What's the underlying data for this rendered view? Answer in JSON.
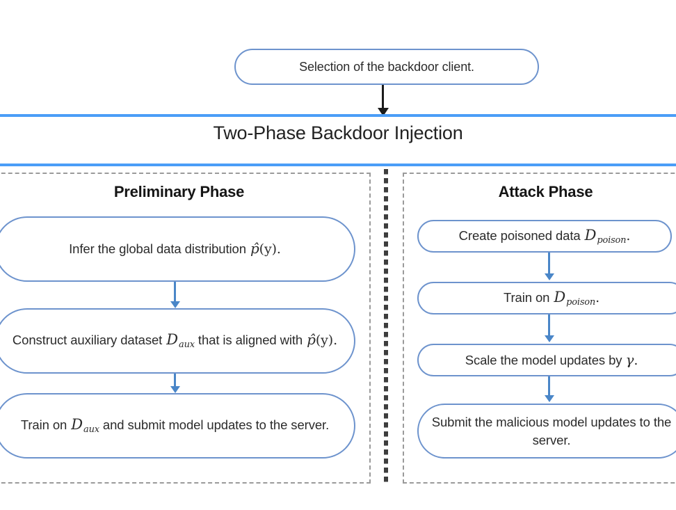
{
  "banner": {
    "title": "Two-Phase Backdoor Injection"
  },
  "top_node": {
    "label": "Selection of the backdoor client."
  },
  "colors": {
    "node_border": "#6d93cd",
    "banner_rule": "#4a9df7",
    "arrow_blue": "#4a86c8",
    "arrow_black": "#1b1b1b",
    "panel_dash": "#9a9a9a",
    "divider_dot": "#3d3d3d",
    "text": "#2b2b2b",
    "background": "#ffffff"
  },
  "left_phase": {
    "title": "Preliminary Phase",
    "steps": [
      {
        "id": "infer-distribution",
        "parts": [
          {
            "kind": "text",
            "value": "Infer the global data distribution "
          },
          {
            "kind": "phat",
            "value": "p̂"
          },
          {
            "kind": "upright",
            "value": "(y)."
          }
        ],
        "plain": "Infer the global data distribution p̂(y)."
      },
      {
        "id": "construct-auxiliary-dataset",
        "parts": [
          {
            "kind": "text",
            "value": "Construct auxiliary dataset "
          },
          {
            "kind": "math",
            "value": "D"
          },
          {
            "kind": "sub",
            "value": "aux"
          },
          {
            "kind": "text",
            "value": " that is aligned with "
          },
          {
            "kind": "phat",
            "value": "p̂"
          },
          {
            "kind": "upright",
            "value": "(y)."
          }
        ],
        "plain": "Construct auxiliary dataset D_aux that is aligned with p̂(y)."
      },
      {
        "id": "train-and-submit",
        "parts": [
          {
            "kind": "text",
            "value": "Train on "
          },
          {
            "kind": "math",
            "value": "D"
          },
          {
            "kind": "sub",
            "value": "aux"
          },
          {
            "kind": "text",
            "value": " and submit model updates to the server."
          }
        ],
        "plain": "Train on D_aux and submit model updates to the server."
      }
    ]
  },
  "right_phase": {
    "title": "Attack Phase",
    "steps": [
      {
        "id": "create-poisoned-data",
        "parts": [
          {
            "kind": "text",
            "value": "Create poisoned data "
          },
          {
            "kind": "math",
            "value": "D"
          },
          {
            "kind": "sub",
            "value": "poison"
          },
          {
            "kind": "upright",
            "value": "."
          }
        ],
        "plain": "Create poisoned data D_poison."
      },
      {
        "id": "train-on-poison",
        "parts": [
          {
            "kind": "text",
            "value": "Train on "
          },
          {
            "kind": "math",
            "value": "D"
          },
          {
            "kind": "sub",
            "value": "poison"
          },
          {
            "kind": "upright",
            "value": "."
          }
        ],
        "plain": "Train on D_poison."
      },
      {
        "id": "scale-model-updates",
        "parts": [
          {
            "kind": "text",
            "value": "Scale the model updates by "
          },
          {
            "kind": "gamma",
            "value": "γ"
          },
          {
            "kind": "upright",
            "value": "."
          }
        ],
        "plain": "Scale the model updates by γ."
      },
      {
        "id": "submit-malicious-updates",
        "parts": [
          {
            "kind": "text",
            "value": "Submit the malicious model updates to the server."
          }
        ],
        "plain": "Submit the malicious model updates to the server."
      }
    ]
  },
  "arrows": {
    "top": "down-arrow-black",
    "left_connectors": [
      "down-arrow-blue",
      "down-arrow-blue"
    ],
    "right_connectors": [
      "down-arrow-blue",
      "down-arrow-blue",
      "down-arrow-blue"
    ]
  }
}
